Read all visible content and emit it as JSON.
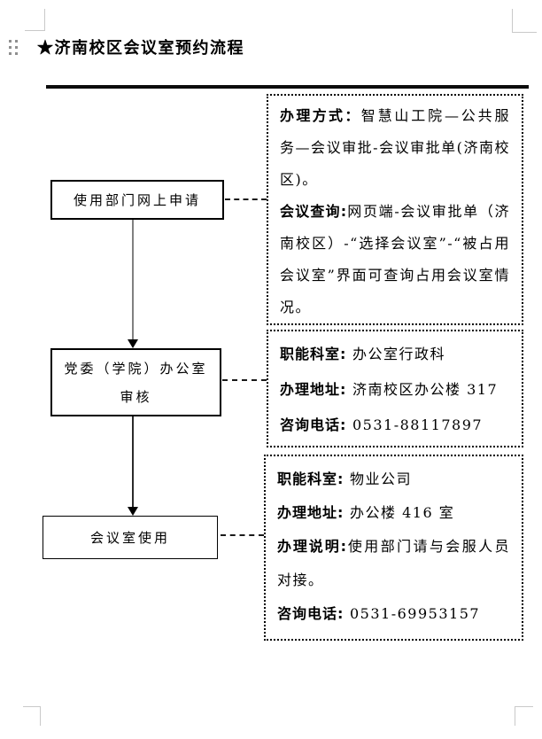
{
  "page": {
    "title": "★济南校区会议室预约流程"
  },
  "icons": {
    "drag_handle": "drag-handle-dots"
  },
  "colors": {
    "text": "#000000",
    "flow_border": "#000000",
    "info_border_dotted": "#000000",
    "arrow_line_gray": "#808080",
    "arrowhead": "#000000",
    "crop_mark": "#c9c9c9",
    "handle_dots": "#8f8f8f"
  },
  "flow": {
    "step1": {
      "label": "使用部门网上申请"
    },
    "step2": {
      "line1": "党委（学院）办公室",
      "line2": "审核"
    },
    "step3": {
      "label": "会议室使用"
    }
  },
  "info": {
    "box1": {
      "p1_label": "办理方式：",
      "p1_text": "智慧山工院—公共服务—会议审批-会议审批单(济南校区)。",
      "p2_label": "会议查询:",
      "p2_text": "网页端-会议审批单（济南校区）-“选择会议室”-“被占用会议室”界面可查询占用会议室情况。"
    },
    "box2": {
      "p1_label": "职能科室:",
      "p1_text": " 办公室行政科",
      "p2_label": "办理地址:",
      "p2_text": " 济南校区办公楼 317",
      "p3_label": "咨询电话:",
      "p3_text": " 0531-88117897"
    },
    "box3": {
      "p1_label": "职能科室:",
      "p1_text": " 物业公司",
      "p2_label": "办理地址:",
      "p2_text": " 办公楼 416 室",
      "p3_label": "办理说明:",
      "p3_text": "使用部门请与会服人员对接。",
      "p4_label": "咨询电话:",
      "p4_text": " 0531-69953157"
    }
  }
}
